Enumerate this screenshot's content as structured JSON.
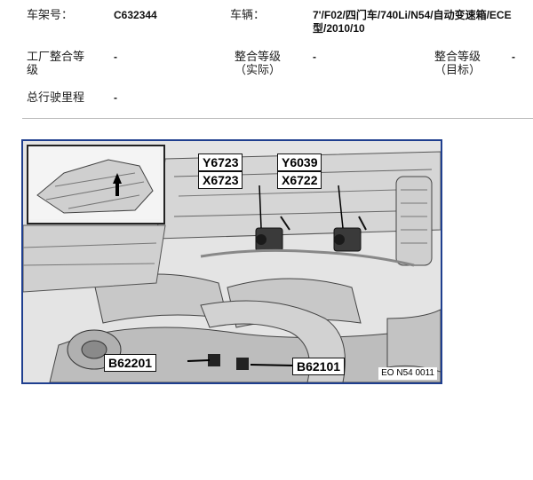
{
  "header": {
    "frame_label": "车架号：",
    "frame_value": "C632344",
    "vehicle_label": "车辆：",
    "vehicle_value_line1": "7'/F02/四门车/740Li/N54/自动变速箱/ECE",
    "vehicle_value_line2": "型/2010/10",
    "factory_grade_label_line1": "工厂整合等",
    "factory_grade_label_line2": "级",
    "factory_grade_value": "-",
    "actual_grade_label_line1": "整合等级",
    "actual_grade_label_line2": "（实际）",
    "actual_grade_value": "-",
    "target_grade_label_line1": "整合等级",
    "target_grade_label_line2": "（目标）",
    "target_grade_value": "-",
    "mileage_label": "总行驶里程",
    "mileage_value": "-"
  },
  "figure": {
    "callouts": {
      "y6723": "Y6723",
      "x6723": "X6723",
      "y6039": "Y6039",
      "x6722": "X6722",
      "b62201": "B62201",
      "b62101": "B62101"
    },
    "reference": "EO N54 0011"
  }
}
